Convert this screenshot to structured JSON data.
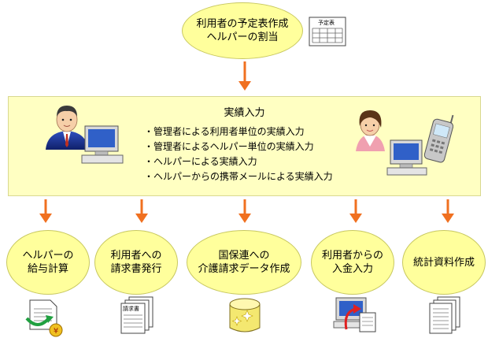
{
  "top": {
    "line1": "利用者の予定表作成",
    "line2": "ヘルパーの割当"
  },
  "schedule_icon_label": "予定表",
  "box": {
    "title": "実績入力",
    "items": [
      "・管理者による利用者単位の実績入力",
      "・管理者によるヘルパー単位の実績入力",
      "・ヘルパーによる実績入力",
      "・ヘルパーからの携帯メールによる実績入力"
    ]
  },
  "outputs": [
    {
      "line1": "ヘルパーの",
      "line2": "給与計算"
    },
    {
      "line1": "利用者への",
      "line2": "請求書発行"
    },
    {
      "line1": "国保連への",
      "line2": "介護請求データ作成"
    },
    {
      "line1": "利用者からの",
      "line2": "入金入力"
    },
    {
      "line1": "統計資料作成",
      "line2": ""
    }
  ],
  "invoice_icon_label": "請求書",
  "yen_icon_label": "¥",
  "colors": {
    "ellipse": "#ffff9c",
    "box": "#ffffc2",
    "arrow": "#f07020"
  }
}
